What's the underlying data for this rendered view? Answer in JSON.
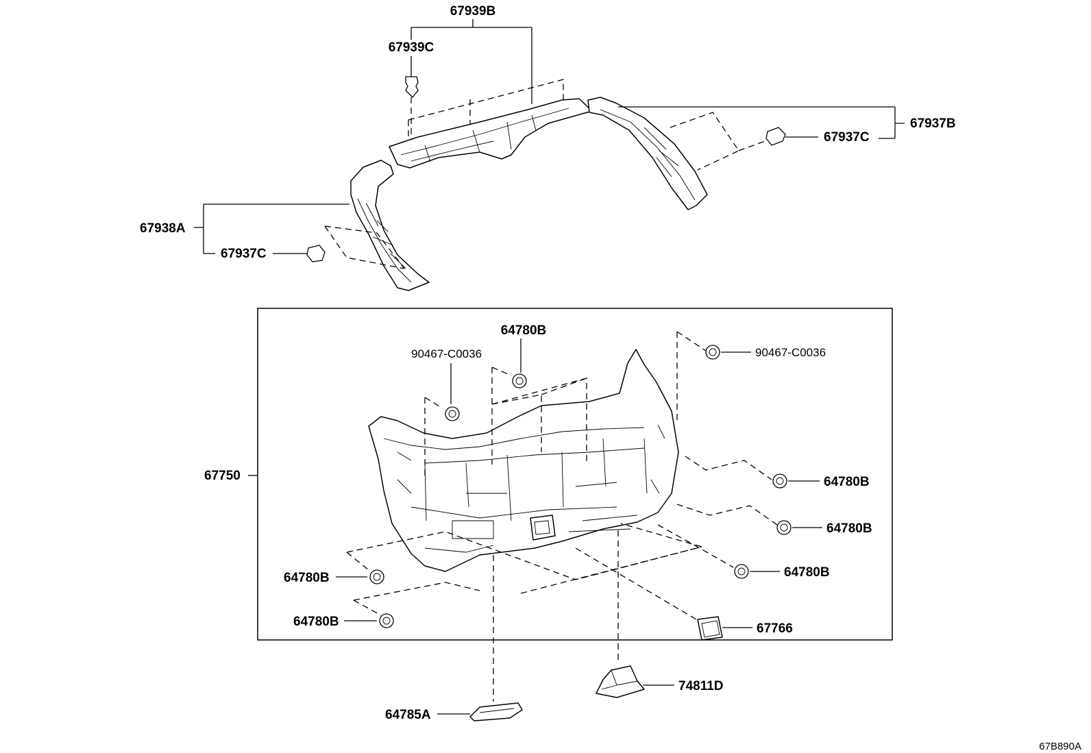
{
  "diagram_ref": "67B890A",
  "labels": {
    "l_67939B": "67939B",
    "l_67939C": "67939C",
    "l_67937B": "67937B",
    "l_67937C_right": "67937C",
    "l_67938A": "67938A",
    "l_67937C_left": "67937C",
    "l_64780B_top": "64780B",
    "l_90467_left": "90467-C0036",
    "l_90467_right": "90467-C0036",
    "l_67750": "67750",
    "l_64780B_r1": "64780B",
    "l_64780B_r2": "64780B",
    "l_64780B_r3": "64780B",
    "l_64780B_l1": "64780B",
    "l_64780B_l2": "64780B",
    "l_67766": "67766",
    "l_74811D": "74811D",
    "l_64785A": "64785A"
  }
}
